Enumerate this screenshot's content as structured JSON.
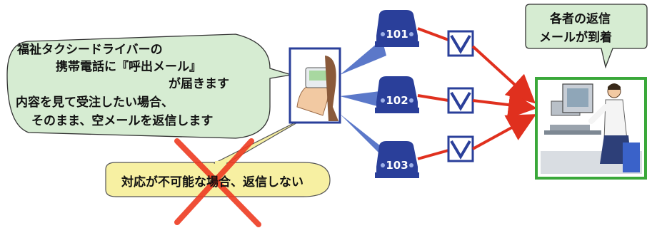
{
  "driver_bubble": {
    "line1": "福祉タクシードライバーの",
    "line2": "携帯電話に『呼出メール』",
    "line3": "が届きます",
    "line4": "内容を見て受注したい場合、",
    "line5": "そのまま、空メールを返信します"
  },
  "reply_bubble": {
    "line1": "各者の返信",
    "line2": "メールが到着"
  },
  "decline_label": "対応が不可能な場合、返信しない",
  "taxis": [
    {
      "number": "101"
    },
    {
      "number": "102"
    },
    {
      "number": "103"
    }
  ],
  "colors": {
    "bubble_fill": "#d6ecd2",
    "decline_fill": "#f7f0a2",
    "taxi_fill": "#2a3f9a",
    "arrow": "#e0301e",
    "pc_frame": "#3aa83a",
    "cross": "#ee3b22"
  },
  "icons": {
    "phone_user": "hand-holding-phone-icon",
    "operator": "operator-at-pc-icon",
    "mail": "mail-envelope-icon",
    "taxi": "taxi-icon"
  }
}
